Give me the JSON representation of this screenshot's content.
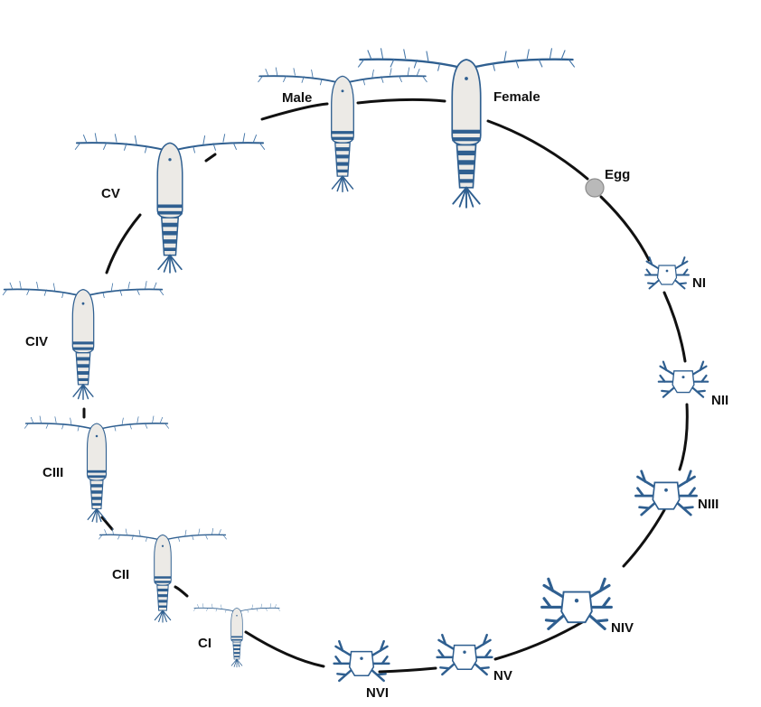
{
  "labels": {
    "female": "Female",
    "male": "Male",
    "egg": "Egg",
    "n1": "NI",
    "n2": "NII",
    "n3": "NIII",
    "n4": "NIV",
    "n5": "NV",
    "n6": "NVI",
    "c1": "CI",
    "c2": "CII",
    "c3": "CIII",
    "c4": "CIV",
    "c5": "CV"
  },
  "colors": {
    "drawing_blue": "#2f5f90",
    "cycle_line": "#111111",
    "egg": "#b9b9b9"
  }
}
